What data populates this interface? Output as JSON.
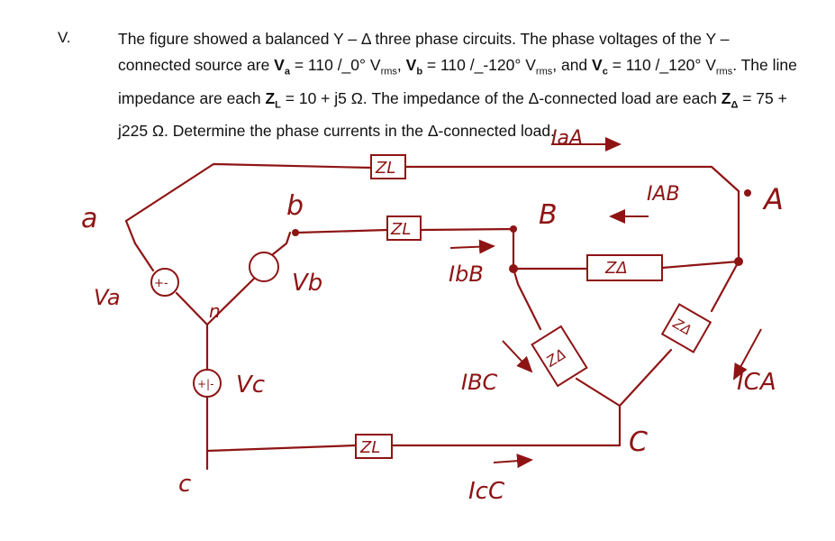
{
  "problem": {
    "number": "V.",
    "intro": "The figure showed a balanced Y – Δ three phase circuits. The phase voltages of the Y – connected source are ",
    "va_symbol": "V",
    "va_sub": "a",
    "va_value": " = 110 /_0° V",
    "va_unit_sub": "rms",
    "comma1": ", ",
    "vb_symbol": "V",
    "vb_sub": "b",
    "vb_value": " = 110 /_-120° V",
    "vb_unit_sub": "rms",
    "and_text": ", and ",
    "vc_symbol": "V",
    "vc_sub": "c",
    "vc_value": " = 110 /_120° V",
    "vc_unit_sub": "rms",
    "line_text": ".  The line impedance are each ",
    "zl_symbol": "Z",
    "zl_sub": "L",
    "zl_value": " = 10 + j5 Ω. The impedance of the Δ-connected load are each ",
    "zd_symbol": "Z",
    "zd_sub": "Δ",
    "zd_value": " = 75 + j225 Ω. Determine the phase currents in the Δ-connected load."
  },
  "figure": {
    "labels": {
      "node_a": "a",
      "node_b": "b",
      "node_c": "c",
      "node_n": "n",
      "node_A": "A",
      "node_B": "B",
      "node_C": "C",
      "va": "Va",
      "vb": "Vb",
      "vc": "Vc",
      "zl_top": "ZL",
      "zl_mid": "ZL",
      "zl_bot": "ZL",
      "zd_ab": "ZΔ",
      "zd_bc": "ZΔ",
      "zd_ca": "ZΔ",
      "i_aA": "IaA",
      "i_bB": "IbB",
      "i_cC": "IcC",
      "i_AB": "IAB",
      "i_BC": "IBC",
      "i_CA": "ICA",
      "src_a_sign": "+-",
      "src_c_sign": "+|-"
    },
    "ink_color": "#8e1414"
  }
}
